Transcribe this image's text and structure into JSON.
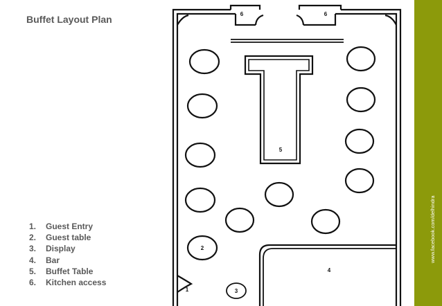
{
  "title": "Buffet Layout Plan",
  "legend": [
    {
      "num": "1.",
      "label": "Guest Entry"
    },
    {
      "num": "2.",
      "label": "Guest table"
    },
    {
      "num": "3.",
      "label": "Display"
    },
    {
      "num": "4.",
      "label": "Bar"
    },
    {
      "num": "5.",
      "label": "Buffet Table"
    },
    {
      "num": "6.",
      "label": "Kitchen access"
    }
  ],
  "plan_labels": {
    "entry": "1",
    "guest_table": "2",
    "display": "3",
    "bar": "4",
    "buffet": "5",
    "kitchen_left": "6",
    "kitchen_right": "6"
  },
  "sidebar_text": "www.facebook.com/delhindra",
  "colors": {
    "accent": "#8c9a0b",
    "text": "#595959",
    "line": "#111111"
  }
}
